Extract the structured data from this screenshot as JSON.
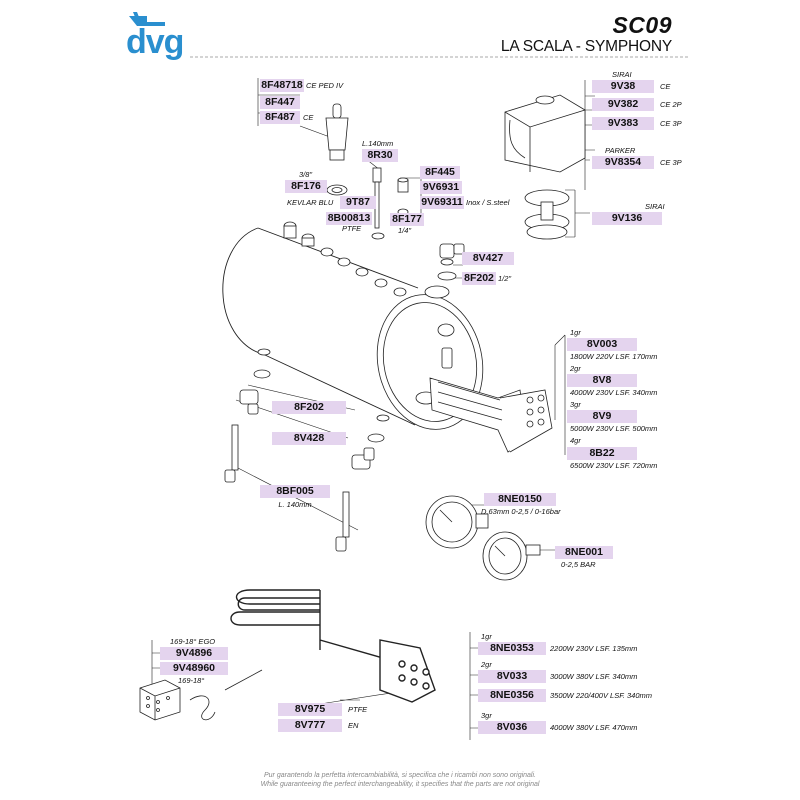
{
  "header": {
    "logo_text": "dvg",
    "code": "SC09",
    "subtitle": "LA SCALA - SYMPHONY"
  },
  "colors": {
    "label_bg": "#e4d4ee",
    "logo": "#2a8fcf"
  },
  "parts": {
    "8F48718": {
      "code": "8F48718",
      "note": "CE PED IV"
    },
    "8F447": {
      "code": "8F447"
    },
    "8F487": {
      "code": "8F487",
      "note": "CE"
    },
    "8R30": {
      "code": "8R30",
      "pre": "L.140mm"
    },
    "8F176": {
      "code": "8F176",
      "pre": "3/8\""
    },
    "8F445": {
      "code": "8F445"
    },
    "9V6931": {
      "code": "9V6931"
    },
    "9V69311": {
      "code": "9V69311",
      "note": "Inox / S.steel"
    },
    "9T87": {
      "code": "9T87",
      "pre": "KEVLAR BLU"
    },
    "8B00813": {
      "code": "8B00813",
      "note": "PTFE"
    },
    "8F177": {
      "code": "8F177",
      "note": "1/4\""
    },
    "9V38": {
      "code": "9V38",
      "pre": "SIRAI",
      "note": "CE"
    },
    "9V382": {
      "code": "9V382",
      "note": "CE 2P"
    },
    "9V383": {
      "code": "9V383",
      "note": "CE 3P"
    },
    "9V8354": {
      "code": "9V8354",
      "pre": "PARKER",
      "note": "CE 3P"
    },
    "9V136": {
      "code": "9V136",
      "pre": "SIRAI"
    },
    "8V427": {
      "code": "8V427"
    },
    "8F202_top": {
      "code": "8F202",
      "note": "1/2\""
    },
    "8V003": {
      "code": "8V003",
      "group": "1gr",
      "spec": "1800W 220V LSF. 170mm"
    },
    "8V8": {
      "code": "8V8",
      "group": "2gr",
      "spec": "4000W 230V LSF. 340mm"
    },
    "8V9": {
      "code": "8V9",
      "group": "3gr",
      "spec": "5000W 230V LSF. 500mm"
    },
    "8B22": {
      "code": "8B22",
      "group": "4gr",
      "spec": "6500W 230V LSF. 720mm"
    },
    "8F202_left": {
      "code": "8F202"
    },
    "8V428": {
      "code": "8V428"
    },
    "8BF005": {
      "code": "8BF005",
      "note": "L. 140mm"
    },
    "8NE0150": {
      "code": "8NE0150",
      "note": "D.63mm 0-2,5 / 0-16bar"
    },
    "8NE001": {
      "code": "8NE001",
      "note": "0-2,5 BAR"
    },
    "9V4896": {
      "code": "9V4896",
      "pre": "169-18° EGO"
    },
    "9V48960": {
      "code": "9V48960",
      "note": "169-18°"
    },
    "8V975": {
      "code": "8V975",
      "note": "PTFE"
    },
    "8V777": {
      "code": "8V777",
      "note": "EN"
    },
    "8NE0353": {
      "code": "8NE0353",
      "group": "1gr",
      "spec": "2200W 230V LSF. 135mm"
    },
    "8V033": {
      "code": "8V033",
      "group": "2gr",
      "spec": "3000W 380V LSF. 340mm"
    },
    "8NE0356": {
      "code": "8NE0356",
      "spec": "3500W 220/400V LSF. 340mm"
    },
    "8V036": {
      "code": "8V036",
      "group": "3gr",
      "spec": "4000W 380V LSF. 470mm"
    }
  },
  "footer": {
    "line1": "Pur garantendo la perfetta intercambiabilità, si specifica che i ricambi non sono originali.",
    "line2": "While guaranteeing the perfect interchangeability, it specifies that the parts are not original"
  }
}
